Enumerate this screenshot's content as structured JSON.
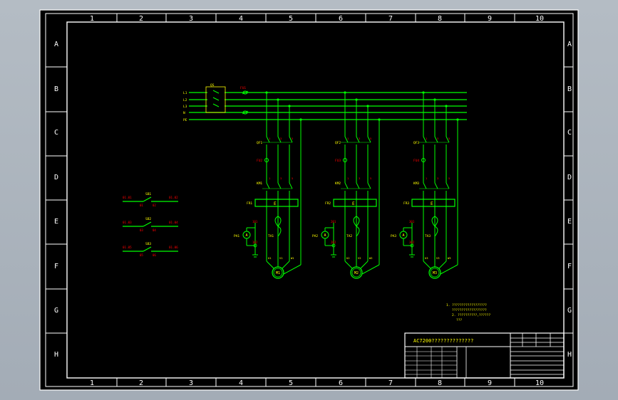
{
  "frame": {
    "columns": [
      "1",
      "2",
      "3",
      "4",
      "5",
      "6",
      "7",
      "8",
      "9",
      "10"
    ],
    "rows": [
      "A",
      "B",
      "C",
      "D",
      "E",
      "F",
      "G",
      "H"
    ]
  },
  "bus_labels": [
    "L1",
    "L2",
    "L3",
    "N",
    "PE"
  ],
  "qf_label": "QS",
  "fuse_label": "FU1",
  "control": [
    {
      "left": "01.01",
      "name": "SB1",
      "mid_a": "01",
      "mid_b": "02",
      "right": "01.02"
    },
    {
      "left": "01.03",
      "name": "SB2",
      "mid_a": "03",
      "mid_b": "04",
      "right": "01.04"
    },
    {
      "left": "01.05",
      "name": "SB3",
      "mid_a": "05",
      "mid_b": "06",
      "right": "01.06"
    }
  ],
  "branches": [
    {
      "qf": "QF1",
      "fu": "FU2",
      "km": "KM1",
      "fr": "FR1",
      "ta": "TA1",
      "pa": "PA1",
      "motor": "M1",
      "t1": "U1",
      "t2": "V1",
      "t3": "W1",
      "w1": "101",
      "w2": "102",
      "w3": "103"
    },
    {
      "qf": "QF2",
      "fu": "FU3",
      "km": "KM2",
      "fr": "FR2",
      "ta": "TA2",
      "pa": "PA2",
      "motor": "M2",
      "t1": "U2",
      "t2": "V2",
      "t3": "W2",
      "w1": "201",
      "w2": "202",
      "w3": "203"
    },
    {
      "qf": "QF3",
      "fu": "FU4",
      "km": "KM3",
      "fr": "FR3",
      "ta": "TA3",
      "pa": "PA3",
      "motor": "M3",
      "t1": "U3",
      "t2": "V3",
      "t3": "W3",
      "w1": "301",
      "w2": "302",
      "w3": "303"
    }
  ],
  "notes": [
    "1. ??????????????????",
    "   ??????????????????",
    "2. ??????????,??????",
    "   ???"
  ],
  "title_block": {
    "title": "AC7200??????????????"
  },
  "colors": {
    "background": "#000000",
    "frame": "#ffffff",
    "wire": "#00ff00",
    "label": "#ffff00",
    "number": "#ff0000"
  }
}
